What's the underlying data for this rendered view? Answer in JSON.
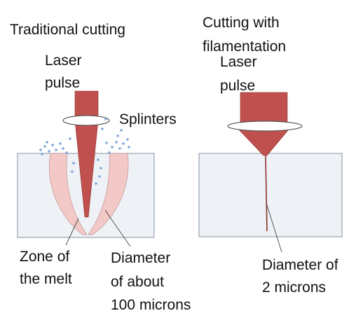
{
  "left": {
    "title": "Traditional cutting",
    "laser_line1": "Laser",
    "laser_line2": "pulse",
    "splinters": "Splinters",
    "zone_line1": "Zone of",
    "zone_line2": "the melt",
    "diameter_line1": "Diameter",
    "diameter_line2": "of about",
    "diameter_line3": "100 microns"
  },
  "right": {
    "title_line1": "Cutting with",
    "title_line2": "filamentation",
    "laser_line1": "Laser",
    "laser_line2": "pulse",
    "diameter_line1": "Diameter of",
    "diameter_line2": "2 microns"
  },
  "colors": {
    "laser": "#c0504d",
    "laser_dark": "#8e2f2c",
    "glass_fill": "#eef2f7",
    "glass_stroke": "#9aa4b0",
    "melt_zone": "#f2c9c6",
    "splinter_dots": "#7fa6d8",
    "lens": "#ffffff"
  }
}
